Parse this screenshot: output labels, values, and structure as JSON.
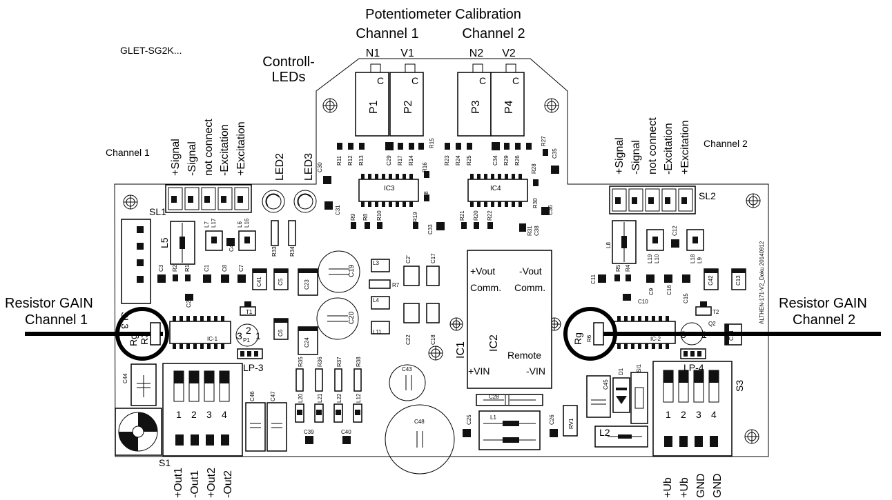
{
  "header": {
    "title": "Potentiometer Calibration",
    "channel1": "Channel 1",
    "channel2": "Channel 2",
    "n1": "N1",
    "v1": "V1",
    "n2": "N2",
    "v2": "V2"
  },
  "model": "GLET-SG2K...",
  "controll_leds": {
    "line1": "Controll-",
    "line2": "LEDs"
  },
  "left_channel_label": "Channel 1",
  "right_channel_label": "Channel 2",
  "pins_left": [
    "+Signal",
    "-Signal",
    "not connect",
    "-Excitation",
    "+Excitation"
  ],
  "pins_right": [
    "+Signal",
    "-Signal",
    "not connect",
    "-Excitation",
    "+Excitation"
  ],
  "resistor_left": {
    "line1": "Resistor GAIN",
    "line2": "Channel 1"
  },
  "resistor_right": {
    "line1": "Resistor GAIN",
    "line2": "Channel 2"
  },
  "bottom_left_outputs": [
    "+Out1",
    "-Out1",
    "+Out2",
    "-Out2"
  ],
  "bottom_right_power": [
    "+Ub",
    "+Ub",
    "GND",
    "GND"
  ],
  "pots": [
    "P1",
    "P2",
    "P3",
    "P4"
  ],
  "leds": [
    "LED2",
    "LED3"
  ],
  "ic2": {
    "name": "IC2",
    "ic1": "IC1",
    "vout_p": "+Vout",
    "vout_n": "-Vout",
    "comm1": "Comm.",
    "comm2": "Comm.",
    "remote": "Remote",
    "vin_p": "+VIN",
    "vin_n": "-VIN"
  },
  "connectors": {
    "sl1": "SL1",
    "sl2": "SL2",
    "sl3": "SL3",
    "s1": "S1",
    "s3": "S3",
    "lp3": "LP-3",
    "lp4": "LP-4"
  },
  "switch_numbers": [
    "1",
    "2",
    "3",
    "4"
  ],
  "rg": {
    "label": "Rg",
    "r3": "R3",
    "r6": "R6"
  },
  "version_text": "ALTHEN-171-V2_Doku 20140912",
  "parts": {
    "ic3": "IC3",
    "ic4": "IC4",
    "ic_1": "IC-1",
    "ic_2": "IC-2",
    "l5": "L5",
    "l8": "L8",
    "l1": "L1",
    "l2": "L2",
    "l3": "L3",
    "l4": "L4",
    "l11": "L11",
    "c3": "C3",
    "r2": "R2",
    "r1": "R1",
    "c1": "C1",
    "c8": "C8",
    "c7": "C7",
    "c41": "C41",
    "c5": "C5",
    "c23": "C23",
    "c19": "C19",
    "c20": "C20",
    "c24": "C24",
    "c6": "C6",
    "c2": "C2",
    "t1": "T1",
    "r7": "R7",
    "c2b": "C2'",
    "c17": "C17",
    "c22": "C22",
    "c18": "C18",
    "r33": "R33",
    "r34": "R34",
    "c4": "C4",
    "l7": "L7",
    "l17": "L17",
    "l6": "L6",
    "l16": "L16",
    "c11": "C11",
    "r5": "R5",
    "r4": "R4",
    "c9": "C9",
    "c16": "C16",
    "c15": "C15",
    "c42": "C42",
    "c13": "C13",
    "c10": "C10",
    "t2": "T2",
    "q2": "Q2",
    "c12": "C12",
    "l19": "L19",
    "l10": "L10",
    "l18": "L18",
    "l9": "L9",
    "c43": "C43",
    "c48": "C48",
    "c28": "C28",
    "c25": "C25",
    "c26": "C26",
    "rv1": "RV1",
    "c45": "C45",
    "d1": "D1",
    "si1": "SI1",
    "c44": "C44",
    "c46": "C46",
    "c47": "C47",
    "c39": "C39",
    "c40": "C40",
    "r35": "R35",
    "r36": "R36",
    "r37": "R37",
    "r38": "R38",
    "l20": "L20",
    "l21": "L21",
    "l22": "L22",
    "l12": "L12",
    "r11": "R11",
    "r12": "R12",
    "r13": "R13",
    "c29": "C29",
    "r17": "R17",
    "r14": "R14",
    "r15": "R15",
    "r16": "R16",
    "r23": "R23",
    "r24": "R24",
    "r25": "R25",
    "c34": "C34",
    "r29": "R29",
    "r26": "R26",
    "r27": "R27",
    "r28": "R28",
    "c35": "C35",
    "c30": "C30",
    "c31": "C31",
    "r9": "R9",
    "r8": "R8",
    "r10": "R10",
    "r19": "R19",
    "r18": "R18",
    "c33": "C33",
    "r21": "R21",
    "r20": "R20",
    "r22": "R22",
    "r30": "R30",
    "r31": "R31",
    "c38": "C38",
    "c36": "C36",
    "c14": "C14",
    "p1": "P1"
  }
}
